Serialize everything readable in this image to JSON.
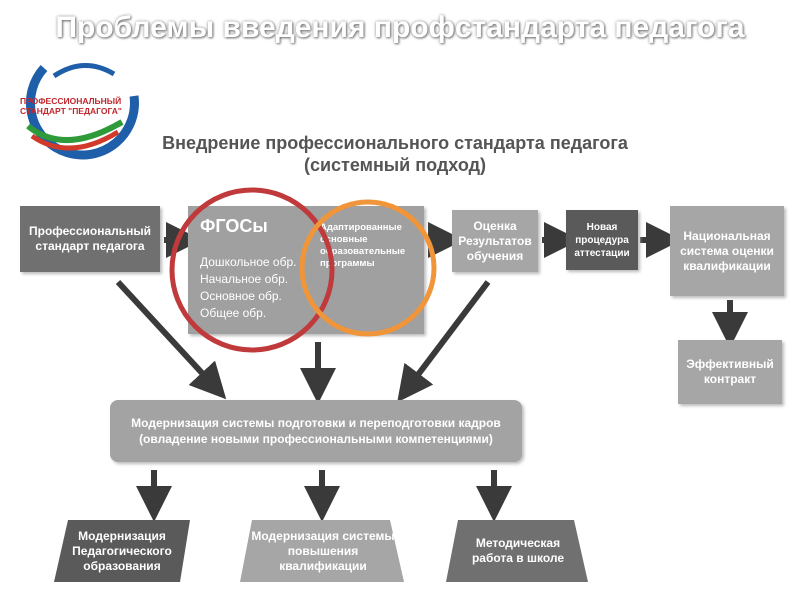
{
  "slide": {
    "title": "Проблемы введения профстандарта педагога"
  },
  "logo": {
    "line1": "ПРОФЕССИОНАЛЬНЫЙ",
    "line2": "СТАНДАРТ \"ПЕДАГОГА\""
  },
  "heading": {
    "line1": "Внедрение профессионального стандарта педагога",
    "line2": "(системный подход)"
  },
  "nodes": {
    "prof_standard": "Профессиональный стандарт педагога",
    "fgos_title": "ФГОСы",
    "fgos_items": [
      "Дошкольное обр.",
      "Начальное обр.",
      "Основное обр.",
      "Общее обр."
    ],
    "adapted_programs": "Адаптированные основные образовательные программы",
    "assessment": "Оценка Результатов обучения",
    "new_attestation": "Новая процедура аттестации",
    "national_system": "Национальная система оценки квалификации",
    "effective_contract": "Эффективный контракт",
    "modernization_line1": "Модернизация системы подготовки и переподготовки кадров",
    "modernization_line2": "(овладение новыми профессиональными компетенциями)",
    "ped_education": "Модернизация Педагогического образования",
    "qualification": "Модернизация системы повышения квалификации",
    "methodical": "Методическая работа в школе"
  },
  "colors": {
    "red_circle": "#c0393b",
    "orange_circle": "#f0953a",
    "box_dark": "#707070",
    "box_light": "#a6a6a6",
    "arrow": "#3a3a3a"
  }
}
